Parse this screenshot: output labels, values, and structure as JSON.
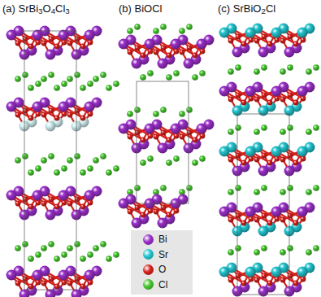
{
  "diagram": {
    "labels": [
      "(a) SrBi3O4Cl3",
      "(b) BiOCl",
      "(c) SrBiO2Cl"
    ],
    "legend": [
      {
        "text": "Bi",
        "color": "#9a2fc9"
      },
      {
        "text": "Sr",
        "color": "#22c4cf"
      },
      {
        "text": "O",
        "color": "#d4201c"
      },
      {
        "text": "Cl",
        "color": "#44c42c"
      }
    ]
  }
}
